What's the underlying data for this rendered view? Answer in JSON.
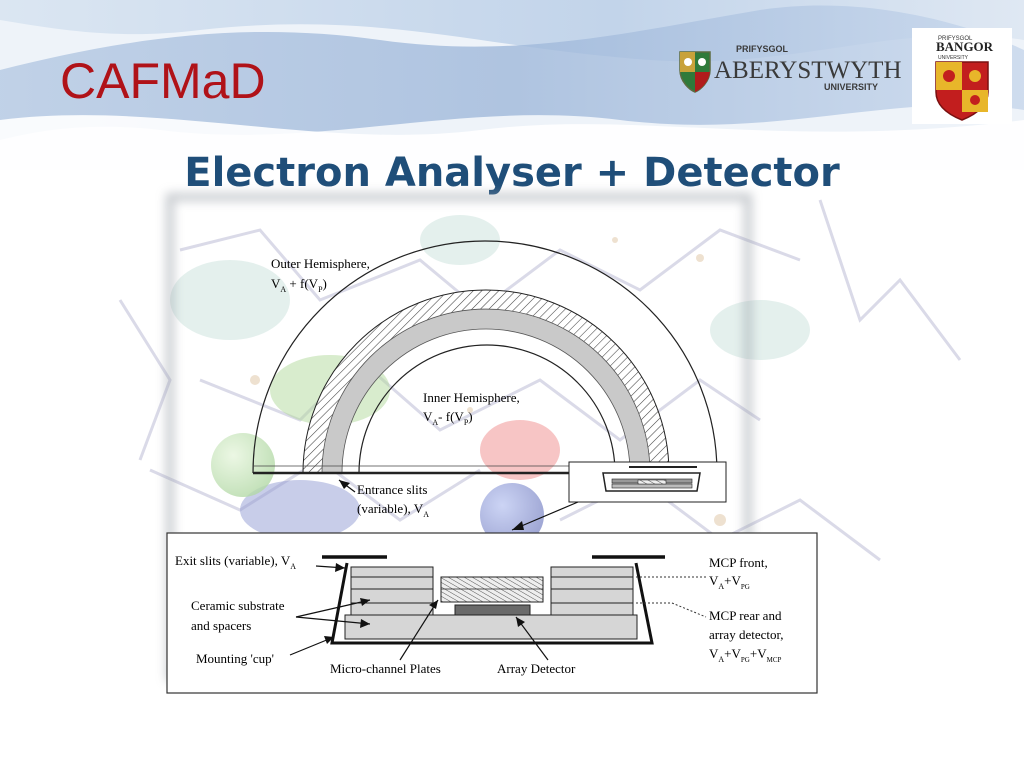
{
  "header": {
    "brand_title": "CAFMaD",
    "slide_title": "Electron Analyser + Detector"
  },
  "logos": {
    "aberystwyth": {
      "top_text": "PRIFYSGOL",
      "main_text": "ABERYSTWYTH",
      "sub_text": "UNIVERSITY"
    },
    "bangor": {
      "top_text": "PRIFYSGOL",
      "main_text": "BANGOR",
      "sub_text": "UNIVERSITY"
    }
  },
  "diagram": {
    "outer_hemisphere": {
      "line1": "Outer Hemisphere,",
      "v": "V",
      "sub_a": "A",
      "mid": " + f(V",
      "sub_p": "P",
      "end": ")"
    },
    "inner_hemisphere": {
      "line1": "Inner Hemisphere,",
      "v": "V",
      "sub_a": "A",
      "mid": "- f(V",
      "sub_p": "P",
      "end": ")"
    },
    "entrance_slits": {
      "line1": "Entrance slits",
      "line2": "(variable), V",
      "sub_a": "A"
    },
    "exit_slits": {
      "text": "Exit slits (variable), V",
      "sub_a": "A"
    },
    "ceramic": {
      "line1": "Ceramic substrate",
      "line2": "and spacers"
    },
    "mounting_cup": "Mounting 'cup'",
    "micro_channel_plates": "Micro-channel Plates",
    "array_detector": "Array Detector",
    "mcp_front": {
      "line1": "MCP front,",
      "v": "V",
      "sub_a": "A",
      "plus": "+V",
      "sub_pg": "PG"
    },
    "mcp_rear": {
      "line1": "MCP rear and",
      "line2": "array detector,",
      "v": "V",
      "sub_a": "A",
      "plus1": "+V",
      "sub_pg": "PG",
      "plus2": "+V",
      "sub_mcp": "MCP"
    }
  }
}
